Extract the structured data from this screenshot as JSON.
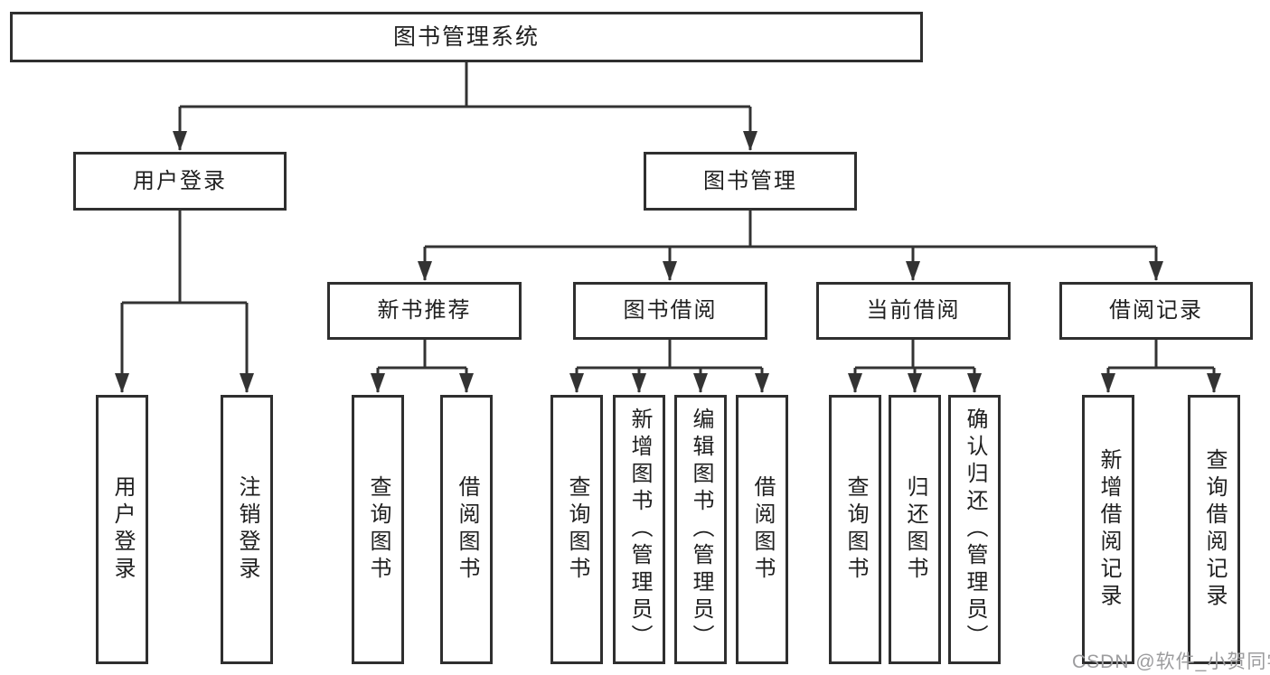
{
  "diagram": {
    "root": {
      "label": "图书管理系统"
    },
    "branches": [
      {
        "label": "用户登录",
        "children": [
          {
            "label": "用户登录"
          },
          {
            "label": "注销登录"
          }
        ]
      },
      {
        "label": "图书管理",
        "sections": [
          {
            "label": "新书推荐",
            "children": [
              {
                "label": "查询图书"
              },
              {
                "label": "借阅图书"
              }
            ]
          },
          {
            "label": "图书借阅",
            "children": [
              {
                "label": "查询图书"
              },
              {
                "label": "新增图书（管理员）"
              },
              {
                "label": "编辑图书（管理员）"
              },
              {
                "label": "借阅图书"
              }
            ]
          },
          {
            "label": "当前借阅",
            "children": [
              {
                "label": "查询图书"
              },
              {
                "label": "归还图书"
              },
              {
                "label": "确认归还（管理员）"
              }
            ]
          },
          {
            "label": "借阅记录",
            "children": [
              {
                "label": "新增借阅记录"
              },
              {
                "label": "查询借阅记录"
              }
            ]
          }
        ]
      }
    ]
  },
  "watermark": {
    "text": "CSDN @软件_小贺同学"
  },
  "colors": {
    "line": "#333333",
    "box_border": "#2f2f2f",
    "text": "#1f1f1f",
    "watermark": "#9c9c9e",
    "background": "#ffffff"
  }
}
